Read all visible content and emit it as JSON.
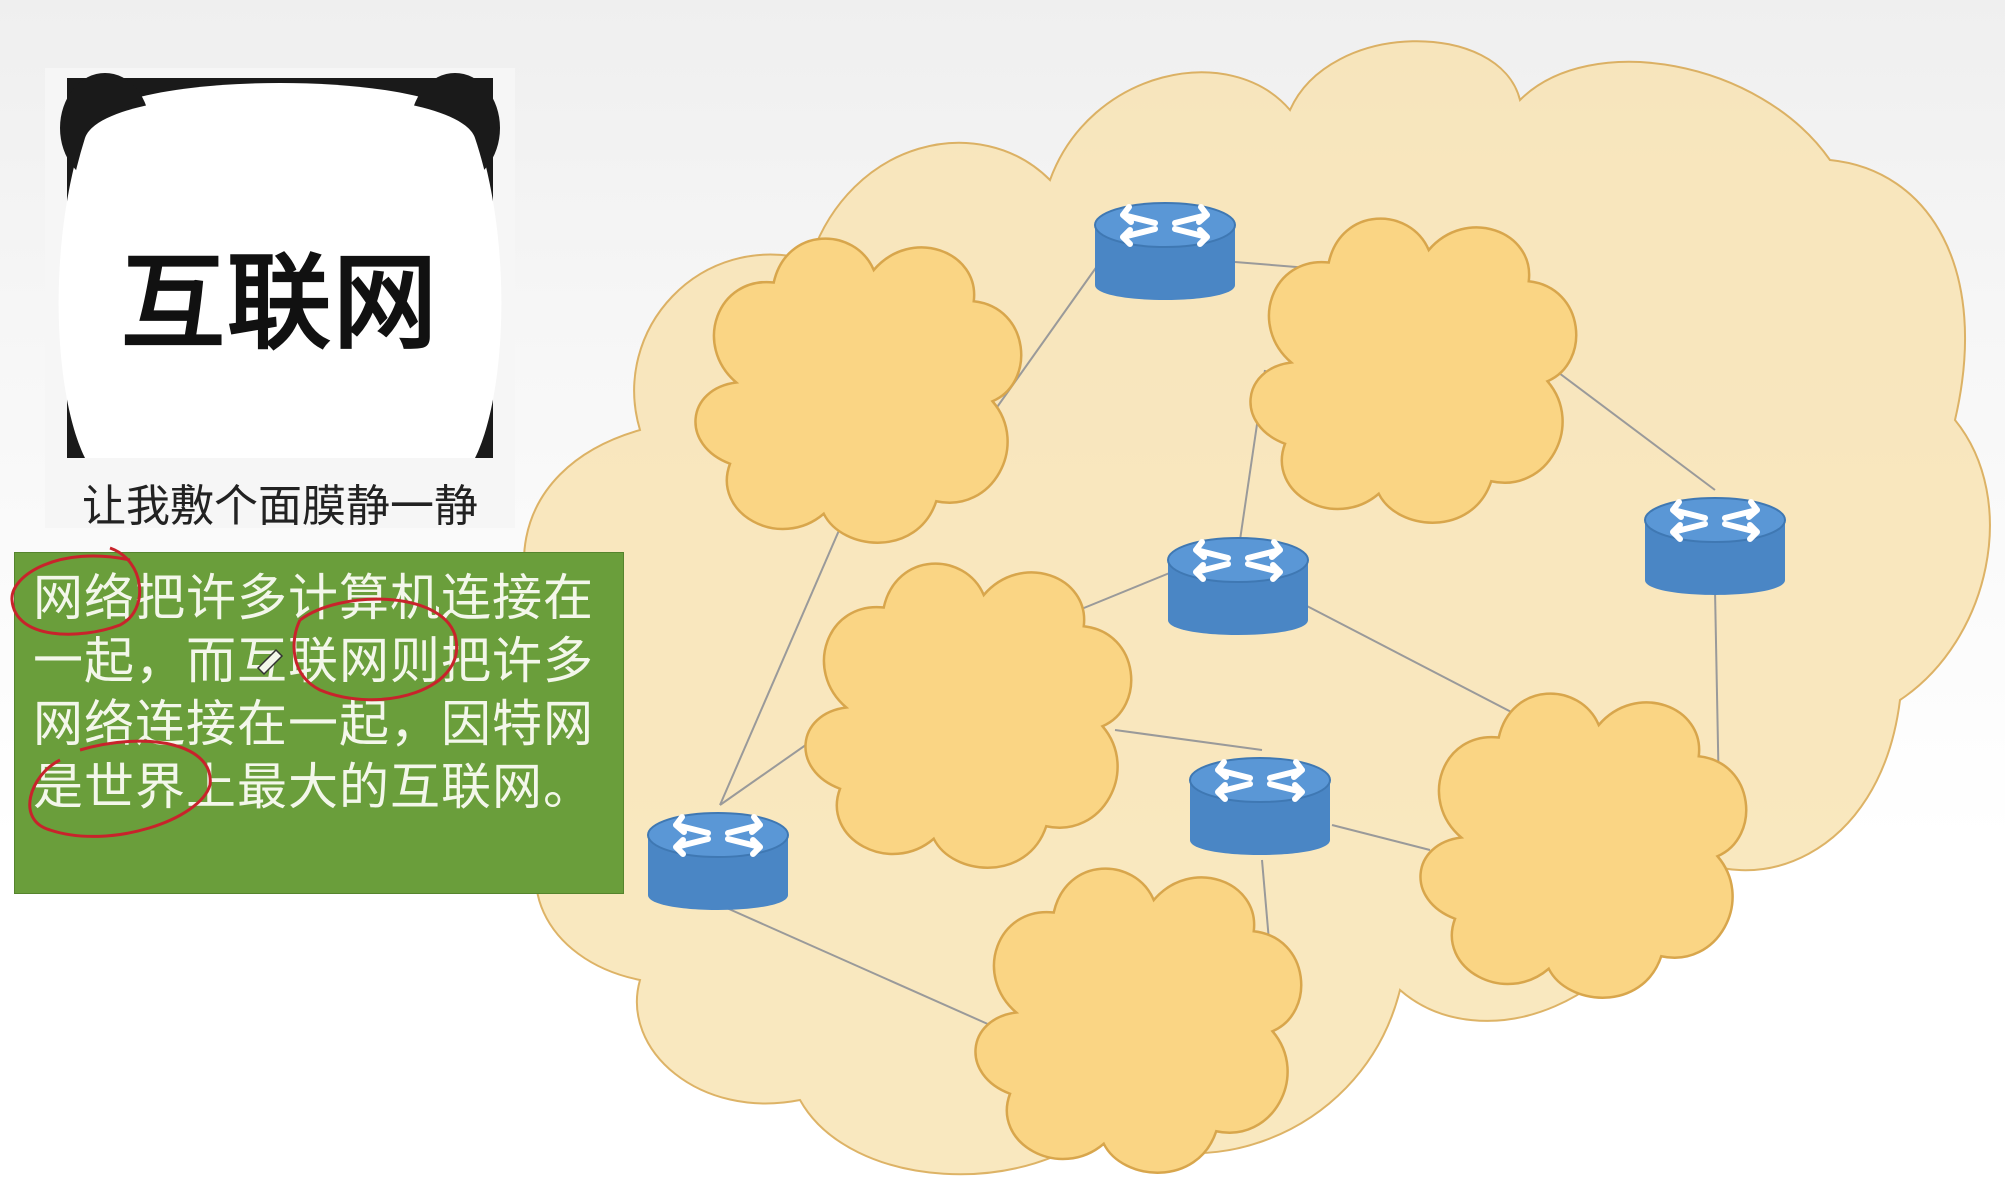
{
  "meme": {
    "title": "互联网",
    "caption": "让我敷个面膜静一静"
  },
  "definition": {
    "text": "网络把许多计算机连接在一起，而互联网则把许多网络连接在一起，因特网是世界上最大的互联网。"
  },
  "colors": {
    "outer_cloud": "#f9e4b4",
    "cloud_stroke": "#d8a64c",
    "inner_cloud": "#fad584",
    "router_body": "#4a86c5",
    "router_top": "#5a97d6",
    "link_line": "#9a9a9a",
    "definition_bg": "#6a9e3b",
    "annotation_red": "#c8232b"
  },
  "icons": {
    "router": "router-icon",
    "network": "cloud-icon"
  }
}
